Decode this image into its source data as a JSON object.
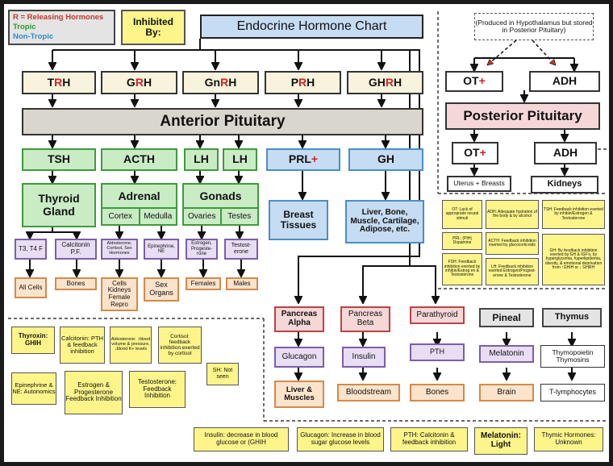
{
  "legend": {
    "releasing": "R = Releasing Hormones",
    "tropic": "Tropic",
    "non_tropic": "Non-Tropic"
  },
  "inhibited_by": "Inhibited By:",
  "title": "Endocrine Hormone Chart",
  "hypothalamus_note": "(Produced in Hypothalamus but stored in Posterior Pituitary)",
  "releasing": [
    {
      "pre": "T",
      "r": "R",
      "post": "H"
    },
    {
      "pre": "G",
      "r": "R",
      "post": "H"
    },
    {
      "pre": "Gn",
      "r": "R",
      "post": "H"
    },
    {
      "pre": "P",
      "r": "R",
      "post": "H"
    },
    {
      "pre": "GH",
      "r": "R",
      "post": "H"
    }
  ],
  "posterior_hormones": {
    "ot": "OT",
    "ot_plus": "+",
    "adh": "ADH"
  },
  "anterior_pituitary": "Anterior Pituitary",
  "posterior_pituitary": "Posterior Pituitary",
  "tropic": {
    "tsh": "TSH",
    "acth": "ACTH",
    "lh1": "LH",
    "lh2": "LH",
    "prl": "PRL",
    "prl_plus": "+",
    "gh": "GH"
  },
  "targets": {
    "thyroid": "Thyroid Gland",
    "adrenal": "Adrenal",
    "cortex": "Cortex",
    "medulla": "Medulla",
    "gonads": "Gonads",
    "ovaries": "Ovaries",
    "testes": "Testes",
    "breast": "Breast Tissues",
    "liver": "Liver, Bone, Muscle, Cartilage, Adipose, etc."
  },
  "posterior_targets": {
    "uterus": "Uterus + Breasts",
    "kidneys": "Kidneys"
  },
  "hormones": {
    "t3t4": "T3, T4 F",
    "calcitonin": "Calcitonin P.F.",
    "aldosterone": "Aldosterone, Cortisol, Sex Hormones",
    "epinephrine": "Epinephrine, NE",
    "estrogen": "Estrogen, Progeste- rone",
    "testosterone": "Testost- erone"
  },
  "effects": {
    "all_cells": "All Cells",
    "bones": "Bones",
    "cells": "Cells Kidneys Female Repro",
    "sex_organs": "Sex Organs",
    "females": "Females",
    "males": "Males"
  },
  "posterior_notes": [
    "OT: Lack of appropriate neural stimuli",
    "ADH: Adequate hydration of the body & by alcohol",
    "TSH: Feedback inhibition exerted by inhibin/Estrogen & Testosterone",
    "PRL: (PIH) Dopamine",
    "ACTH: Feedback inhibition exerted by glucocorticoids",
    "GH: By feedback inhibition exerted by GH & IGF's, by hyperglycemia, hyperlipidemia, obesity, & emotional deprivation from ↑GHIH or ↓ GHRH",
    "FSH: Feedback inhibition exerted by inhibin/Estrog en & Testosterone",
    "LH: Feedback inhibition exerted Estrogen/Progest- erone & Testosterone"
  ],
  "left_notes": [
    "Thyroxin: GHIH",
    "Calcitonin: PTH & feedback inhibition",
    "Aldosterone: ↑blood volume & pressure, ↓blood K+ levels",
    "Cortisol: feedback inhibition exerted by cortisol",
    "Epinephrine & NE: Autonomics",
    "Estrogen & Progesterone Feedback Inhibition",
    "Testosterone: Feedback Inhibition",
    "SH: Not seen"
  ],
  "glands": {
    "pancreas_alpha": "Pancreas Alpha",
    "pancreas_beta": "Pancreas Beta",
    "parathyroid": "Parathyroid",
    "pineal": "Pineal",
    "thymus": "Thymus"
  },
  "gland_hormones": {
    "glucagon": "Glucagon",
    "insulin": "Insulin",
    "pth": "PTH",
    "melatonin": "Melatonin",
    "thymopoietin": "Thymopoietin Thymosins"
  },
  "gland_effects": {
    "liver_muscles": "Liver & Muscles",
    "bloodstream": "Bloodstream",
    "bones": "Bones",
    "brain": "Brain",
    "t_lymph": "T-lymphocytes"
  },
  "bottom_notes": [
    "Insulin: decrease in blood glucose or (GHIH",
    "Glucagon: Increase in blood sugar glucose levels",
    "PTH: Calcitonin & feedback inhibition",
    "Melatonin: Light",
    "Thymic Hormones: Unknown"
  ]
}
